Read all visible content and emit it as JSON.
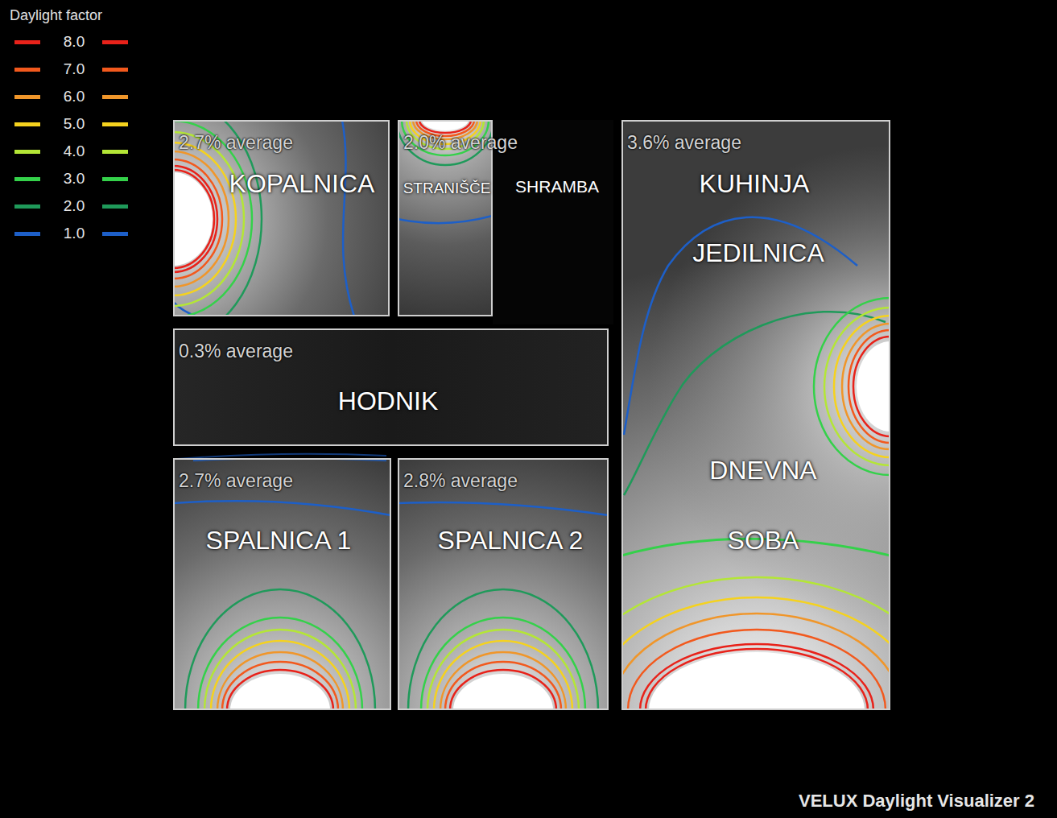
{
  "diagram": {
    "nodes": [
      {
        "text": [
          "2.7% average",
          "KOPALNICA"
        ]
      },
      {
        "text": [
          "2.0% average",
          "STRANIŠČE"
        ]
      },
      {
        "text": [
          "3.6% average",
          "KUHINJA",
          "JEDILNICA",
          "DNEVNA",
          "SOBA"
        ]
      },
      {
        "text": [
          "0.3% average",
          "HODNIK"
        ]
      },
      {
        "text": [
          "2.7% average",
          "SPALNICA 1"
        ]
      },
      {
        "text": [
          "2.8% average",
          "SPALNICA 2"
        ]
      }
    ],
    "labels": [
      "Daylight factor",
      "SHRAMBA",
      "VELUX Daylight Visualizer 2"
    ],
    "legend": [
      {
        "text": "8.0",
        "color": "#e8221a"
      },
      {
        "text": "7.0",
        "color": "#f2591d"
      },
      {
        "text": "6.0",
        "color": "#f0962a"
      },
      {
        "text": "5.0",
        "color": "#f5d21e"
      },
      {
        "text": "4.0",
        "color": "#b4e636"
      },
      {
        "text": "3.0",
        "color": "#34d14a"
      },
      {
        "text": "2.0",
        "color": "#1f9a5a"
      },
      {
        "text": "1.0",
        "color": "#1d5fc8"
      }
    ]
  }
}
